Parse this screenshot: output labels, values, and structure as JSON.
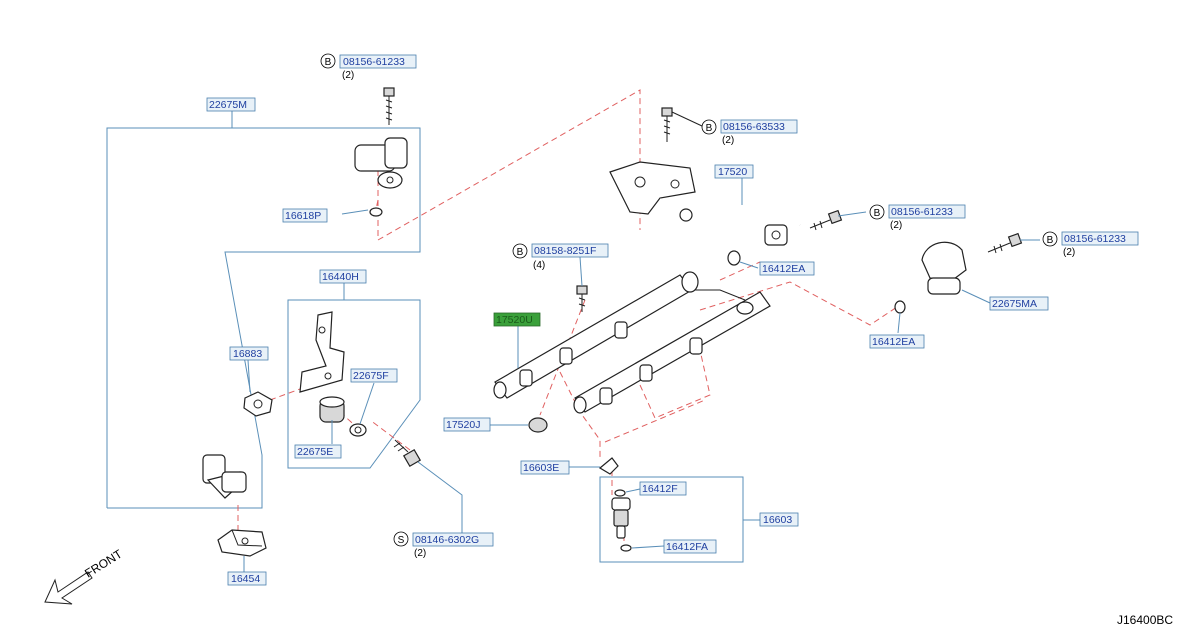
{
  "diagram": {
    "reference_code": "J16400BC",
    "front_label": "FRONT",
    "parts": [
      {
        "id": "p-08156-61233-top",
        "number": "08156-61233",
        "prefix": "B",
        "qty": "(2)"
      },
      {
        "id": "p-22675M",
        "number": "22675M"
      },
      {
        "id": "p-16618P",
        "number": "16618P"
      },
      {
        "id": "p-16440H",
        "number": "16440H"
      },
      {
        "id": "p-16883",
        "number": "16883"
      },
      {
        "id": "p-22675F",
        "number": "22675F"
      },
      {
        "id": "p-22675E",
        "number": "22675E"
      },
      {
        "id": "p-16454",
        "number": "16454"
      },
      {
        "id": "p-08146-6302G",
        "number": "08146-6302G",
        "prefix": "S",
        "qty": "(2)"
      },
      {
        "id": "p-08156-63533",
        "number": "08156-63533",
        "prefix": "B",
        "qty": "(2)"
      },
      {
        "id": "p-17520",
        "number": "17520"
      },
      {
        "id": "p-08156-61233-mid",
        "number": "08156-61233",
        "prefix": "B",
        "qty": "(2)"
      },
      {
        "id": "p-08156-61233-right",
        "number": "08156-61233",
        "prefix": "B",
        "qty": "(2)"
      },
      {
        "id": "p-08158-8251F",
        "number": "08158-8251F",
        "prefix": "B",
        "qty": "(4)"
      },
      {
        "id": "p-16412EA-a",
        "number": "16412EA"
      },
      {
        "id": "p-22675MA",
        "number": "22675MA"
      },
      {
        "id": "p-16412EA-b",
        "number": "16412EA"
      },
      {
        "id": "p-17520U",
        "number": "17520U",
        "highlight": true
      },
      {
        "id": "p-17520J",
        "number": "17520J"
      },
      {
        "id": "p-16603E",
        "number": "16603E"
      },
      {
        "id": "p-16412F",
        "number": "16412F"
      },
      {
        "id": "p-16603",
        "number": "16603"
      },
      {
        "id": "p-16412FA",
        "number": "16412FA"
      }
    ]
  }
}
